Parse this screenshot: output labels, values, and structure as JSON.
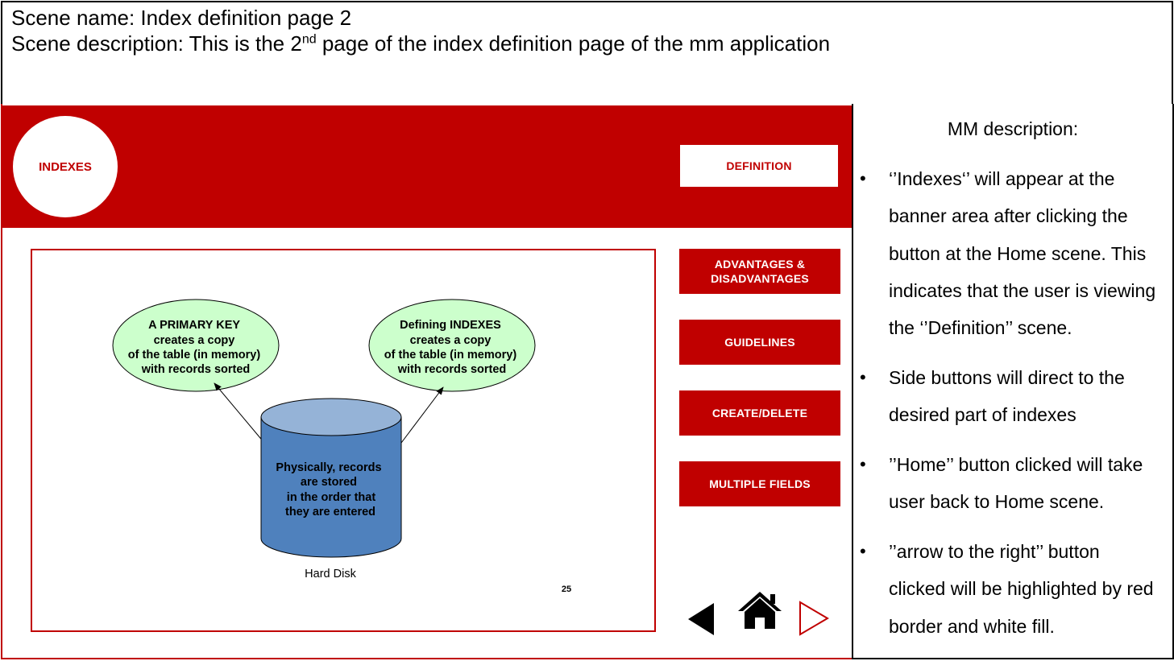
{
  "header": {
    "scene_name_line": "Scene name: Index definition page 2",
    "scene_desc_before": "Scene description: This is the 2",
    "scene_desc_sup": "nd",
    "scene_desc_after": " page of the index definition page of the mm application"
  },
  "banner": {
    "logo_text": "INDEXES",
    "active_button": "DEFINITION"
  },
  "side_buttons": {
    "advantages_line1": "ADVANTAGES &",
    "advantages_line2": "DISADVANTAGES",
    "guidelines": "GUIDELINES",
    "create_delete": "CREATE/DELETE",
    "multiple_fields": "MULTIPLE FIELDS"
  },
  "diagram": {
    "left_bubble": [
      "A PRIMARY KEY",
      "creates a copy",
      "of the table (in memory)",
      "with records sorted"
    ],
    "right_bubble": [
      "Defining INDEXES",
      "creates a copy",
      "of the table (in memory)",
      "with records sorted"
    ],
    "cylinder_text": [
      "Physically, records",
      "are stored",
      "in the order that",
      "they are entered"
    ],
    "cylinder_label": "Hard Disk",
    "slide_number": "25"
  },
  "nav": {
    "back_icon": "triangle-left-icon",
    "home_icon": "home-icon",
    "next_icon": "triangle-right-outline-icon"
  },
  "description": {
    "heading": "MM description:",
    "bullets": [
      [
        "‘’Indexes‘’ will appear at the",
        "banner area after clicking the",
        "button at the  Home scene. This",
        "indicates that the user is viewing",
        "the ‘’Definition’’ scene."
      ],
      [
        "Side buttons will direct to the",
        "desired part of indexes"
      ],
      [
        "’’Home’’ button clicked will take",
        "user back to Home scene."
      ],
      [
        "’’arrow to the right’’ button",
        "clicked will be highlighted by red",
        "border and white fill."
      ]
    ]
  },
  "colors": {
    "brand_red": "#c00000",
    "bubble_fill": "#ccffcc",
    "cylinder_body": "#4f81bd",
    "cylinder_top": "#95b3d7"
  }
}
